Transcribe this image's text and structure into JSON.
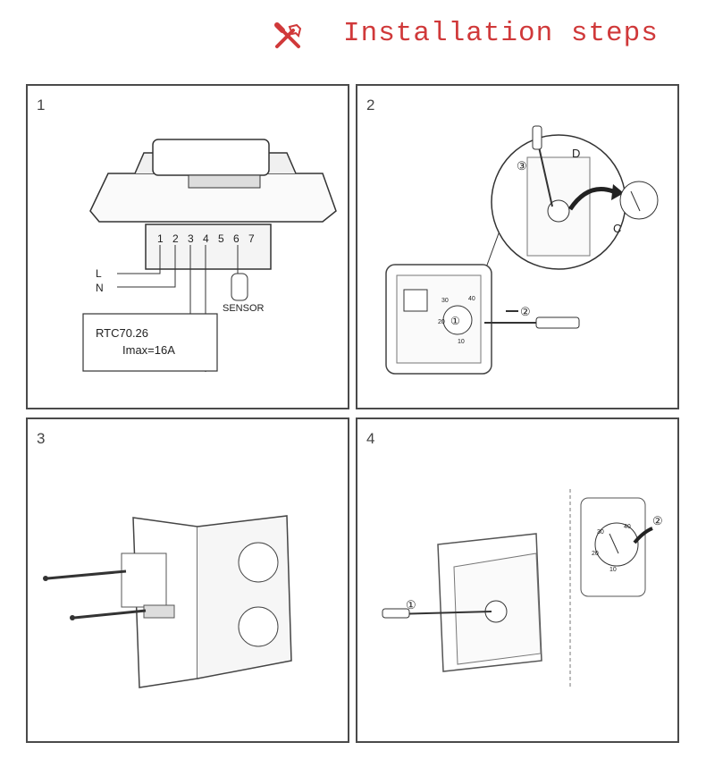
{
  "header": {
    "title": "Installation steps",
    "icon": "tools-icon",
    "accent": "#d0393a"
  },
  "steps": [
    {
      "number": "1",
      "terminals": [
        "1",
        "2",
        "3",
        "4",
        "5",
        "6",
        "7"
      ],
      "line_label": "L",
      "neutral_label": "N",
      "sensor_label": "SENSOR",
      "model": "RTC70.26",
      "current": "Imax=16A"
    },
    {
      "number": "2",
      "callout_d": "D",
      "callout_c": "C",
      "marker_1": "①",
      "marker_2": "②",
      "marker_3": "③",
      "dial_ticks": [
        "30",
        "40",
        "20",
        "10"
      ]
    },
    {
      "number": "3"
    },
    {
      "number": "4",
      "marker_1": "①",
      "marker_2": "②",
      "dial_ticks": [
        "30",
        "40",
        "20",
        "10"
      ]
    }
  ]
}
